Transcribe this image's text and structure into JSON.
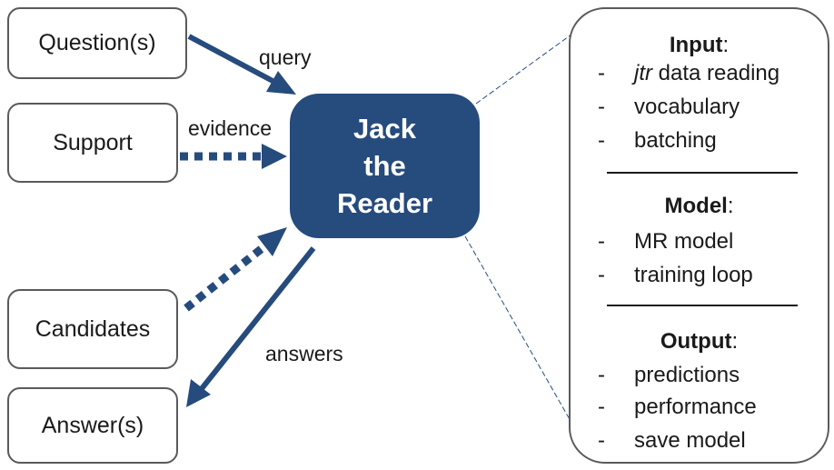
{
  "nodes": {
    "questions": "Question(s)",
    "support": "Support",
    "candidates": "Candidates",
    "answers": "Answer(s)"
  },
  "edges": {
    "query": "query",
    "evidence": "evidence",
    "answers": "answers"
  },
  "core": {
    "line1": "Jack",
    "line2": "the",
    "line3": "Reader"
  },
  "panel": {
    "input": {
      "title": "Input",
      "items": [
        {
          "em": "jtr",
          "text": " data reading"
        },
        {
          "text": "vocabulary"
        },
        {
          "text": "batching"
        }
      ]
    },
    "model": {
      "title": "Model",
      "items": [
        {
          "text": "MR model"
        },
        {
          "text": "training loop"
        }
      ]
    },
    "output": {
      "title": "Output",
      "items": [
        {
          "text": "predictions"
        },
        {
          "text": "performance"
        },
        {
          "text": "save model"
        }
      ]
    },
    "dash": "-",
    "colon": ":"
  },
  "colors": {
    "accent": "#264b7d",
    "border": "#5a5a5a"
  }
}
